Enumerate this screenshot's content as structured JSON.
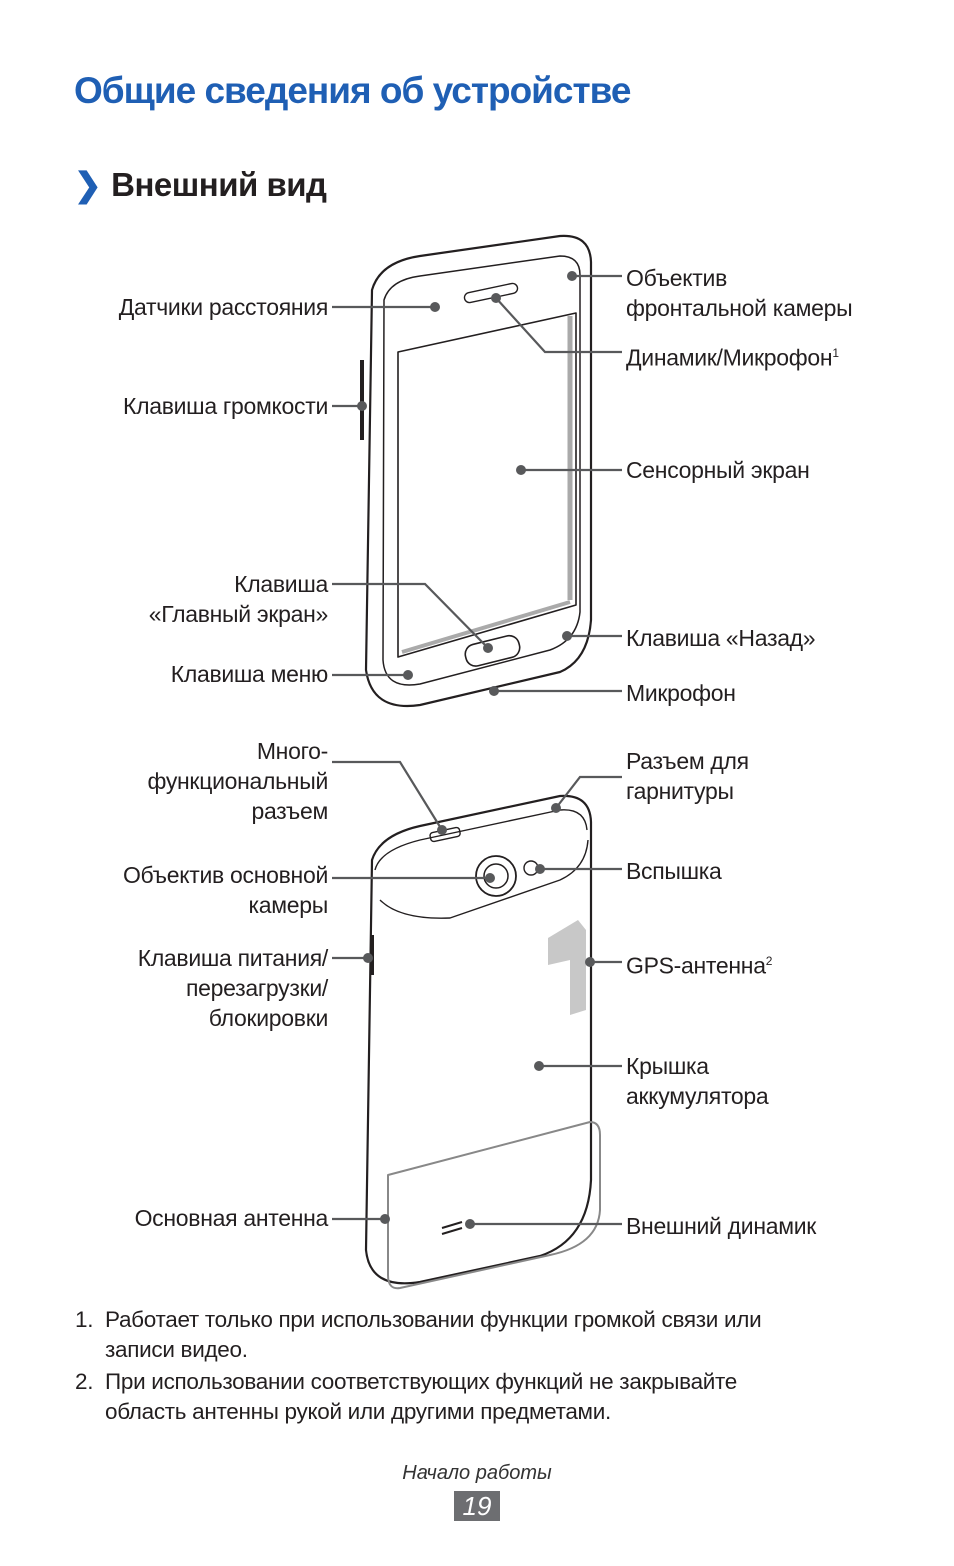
{
  "title": "Общие сведения об устройстве",
  "section": {
    "chevron": "❯",
    "title": "Внешний вид"
  },
  "front_labels": {
    "proximity": "Датчики расстояния",
    "volume": "Клавиша громкости",
    "home_1": "Клавиша",
    "home_2": "«Главный экран»",
    "menu": "Клавиша меню",
    "front_camera_1": "Объектив",
    "front_camera_2": "фронтальной камеры",
    "speaker_mic": "Динамик/Микрофон",
    "speaker_mic_sup": "1",
    "touchscreen": "Сенсорный экран",
    "back_key": "Клавиша «Назад»",
    "microphone": "Микрофон"
  },
  "back_labels": {
    "multi_1": "Много-",
    "multi_2": "функциональный",
    "multi_3": "разъем",
    "main_camera_1": "Объектив основной",
    "main_camera_2": "камеры",
    "power_1": "Клавиша питания/",
    "power_2": "перезагрузки/",
    "power_3": "блокировки",
    "main_antenna": "Основная антенна",
    "headset_1": "Разъем для",
    "headset_2": "гарнитуры",
    "flash": "Вспышка",
    "gps": "GPS-антенна",
    "gps_sup": "2",
    "battery_1": "Крышка",
    "battery_2": "аккумулятора",
    "speaker": "Внешний динамик"
  },
  "notes": [
    {
      "num": "1.",
      "line1": "Работает только при использовании функции громкой связи или",
      "line2": "записи видео."
    },
    {
      "num": "2.",
      "line1": "При использовании соответствующих функций не закрывайте",
      "line2": "область антенны рукой или другими предметами."
    }
  ],
  "footer": {
    "section": "Начало работы",
    "page": "19"
  },
  "colors": {
    "accent": "#1f5fb4",
    "page_badge": "#6d6e71"
  }
}
